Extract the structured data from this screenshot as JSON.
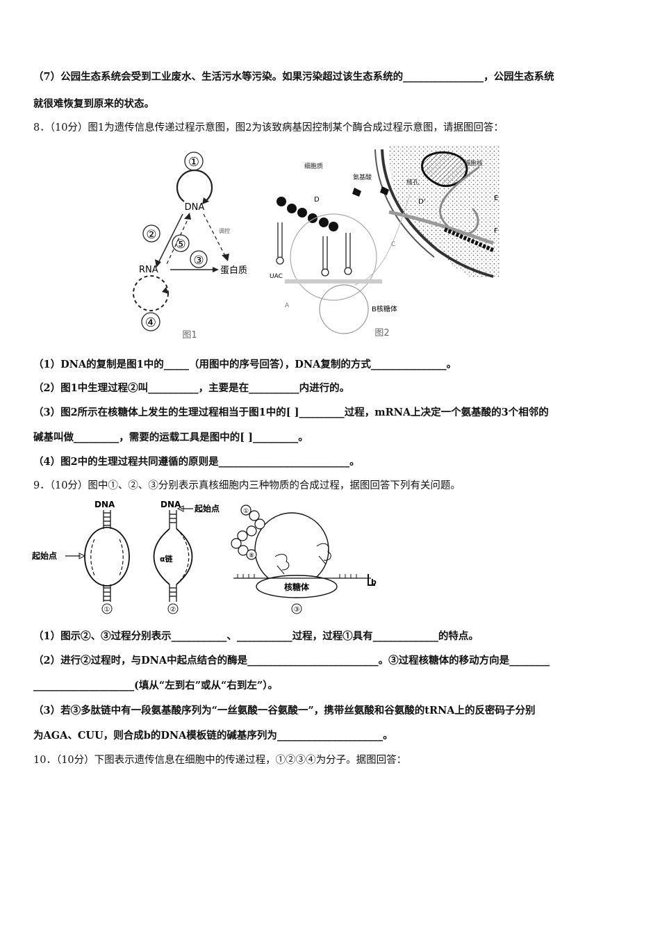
{
  "lines": {
    "q7_a": "（7）公园生态系统会受到工业废水、生活污水等污染。如果污染超过该生态系统的________________，公园生态系统",
    "q7_b": "就很难恢复到原来的状态。",
    "q8_head": "8．（10分）图1为遗传信息传递过程示意图，图2为该致病基因控制某个酶合成过程示意图，请据图回答：",
    "q8_1": "（1）DNA的复制是图1中的_____（用图中的序号回答），DNA复制的方式_______________。",
    "q8_2": "（2）图1中生理过程②叫__________，主要是在__________内进行的。",
    "q8_3a": "（3）图2所示在核糖体上发生的生理过程相当于图1中的[  ]_________过程，mRNA上决定一个氨基酸的3个相邻的",
    "q8_3b": "碱基叫做_________，需要的运载工具是图中的[   ]_________。",
    "q8_4": "（4）图2中的生理过程共同遵循的原则是__________________________。",
    "q9_head": "9．（10分）图中①、②、③分别表示真核细胞内三种物质的合成过程，据图回答下列有关问题。",
    "q9_1": "（1）图示②、③过程分别表示___________、___________过程，过程①具有_____________的特点。",
    "q9_2a": "（2）进行②过程时，与DNA中起点结合的酶是__________________________。③过程核糖体的移动方向是________",
    "q9_2b": "____________________(填从“左到右”或从“右到左”）。",
    "q9_3a": "（3）若③多肽链中有一段氨基酸序列为“一丝氨酸一谷氨酸一”，携带丝氨酸和谷氨酸的tRNA上的反密码子分别",
    "q9_3b": "为AGA、CUU，则合成b的DNA模板链的碱基序列为_____________________。",
    "q10_head": "10．（10分）下图表示遗传信息在细胞中的传递过程，①②③④为分子。据图回答："
  },
  "fig1": {
    "n1": "①",
    "n2": "②",
    "n3": "③",
    "n4": "④",
    "n5": "⑤",
    "dna": "DNA",
    "rna": "RNA",
    "protein": "蛋白质",
    "small": "调控",
    "caption": "图1"
  },
  "fig2": {
    "cytoplasm": "细胞质",
    "amino": "氨基酸",
    "nucleus": "细胞核",
    "pore": "核孔",
    "d": "D",
    "dp": "D'",
    "e": "E",
    "f": "F",
    "c": "C",
    "a": "A",
    "uac": "UAC",
    "ribosome": "B核糖体",
    "caption": "图2"
  },
  "fig3": {
    "dna1": "DNA",
    "dna2": "DNA",
    "start1": "起始点",
    "start2": "起始点",
    "alpha": "α链",
    "ribo": "核糖体",
    "b": "b",
    "c1": "①",
    "c2": "②",
    "c3": "③",
    "p1": "①",
    "p8": "⑧"
  }
}
